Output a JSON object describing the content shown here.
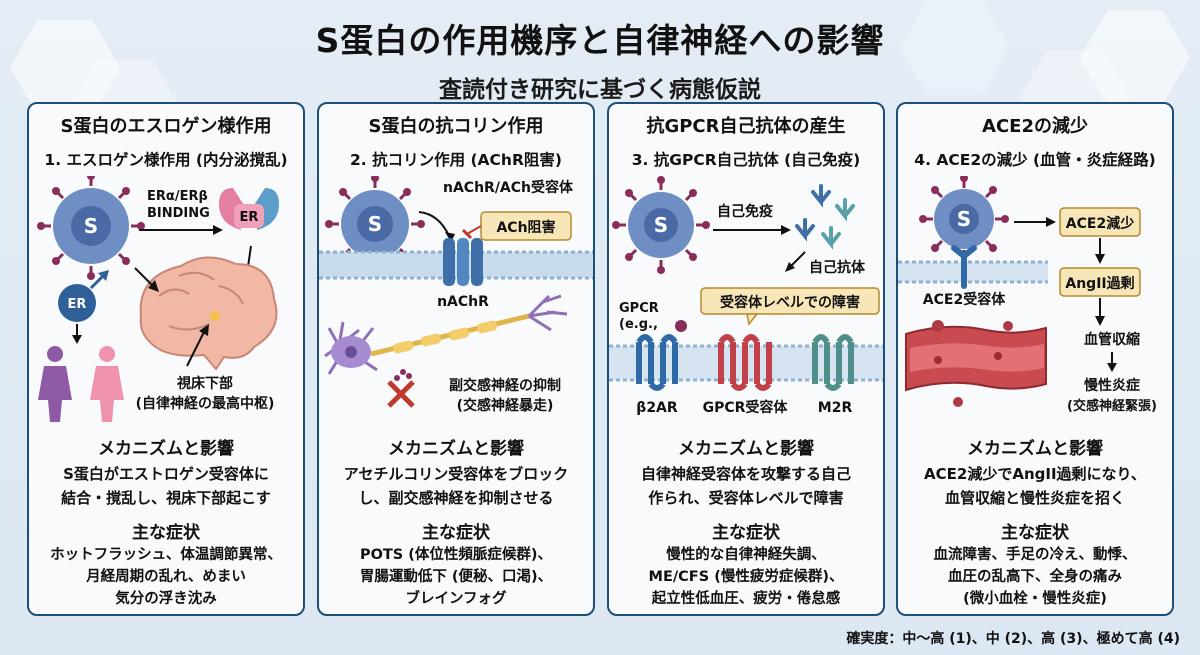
{
  "header": {
    "title": "S蛋白の作用機序と自律神経への影響",
    "subtitle": "査読付き研究に基づく病態仮説"
  },
  "panels": [
    {
      "title": "S蛋白のエスロゲン様作用",
      "subtitle": "1. エスロゲン様作用 (内分泌撹乱)",
      "labels": {
        "binding1": "ERα/ERβ",
        "binding2": "BINDING",
        "er": "ER",
        "er_small": "ER",
        "virus": "S",
        "hypothalamus1": "視床下部",
        "hypothalamus2": "(自律神経の最高中枢)"
      },
      "mechanism_title": "メカニズムと影響",
      "mechanism": [
        "S蛋白がエストロゲン受容体に",
        "結合・撹乱し、視床下部起こす"
      ],
      "symptoms_title": "主な症状",
      "symptoms": [
        "ホットフラッシュ、体温調節異常、",
        "月経周期の乱れ、めまい",
        "気分の浮き沈み"
      ]
    },
    {
      "title": "S蛋白の抗コリン作用",
      "subtitle": "2. 抗コリン作用 (AChR阻害)",
      "labels": {
        "virus": "S",
        "receptor_top": "nAChR/ACh受容体",
        "block": "ACh阻害",
        "nachr": "nAChR",
        "para1": "副交感神経の抑制",
        "para2": "(交感神経暴走)"
      },
      "mechanism_title": "メカニズムと影響",
      "mechanism": [
        "アセチルコリン受容体をブロック",
        "し、副交感神経を抑制させる"
      ],
      "symptoms_title": "主な症状",
      "symptoms": [
        "POTS (体位性頻脈症候群)、",
        "胃腸運動低下 (便秘、口渇)、",
        "ブレインフォグ"
      ]
    },
    {
      "title": "抗GPCR自己抗体の産生",
      "subtitle": "3. 抗GPCR自己抗体 (自己免疫)",
      "labels": {
        "virus": "S",
        "autoimmune": "自己免疫",
        "antibody": "自己抗体",
        "damage": "受容体レベルでの障害",
        "gpcr1": "GPCR",
        "gpcr2": "(e.g.,",
        "b2ar": "β2AR",
        "gpcr_receptor": "GPCR受容体",
        "m2r": "M2R"
      },
      "mechanism_title": "メカニズムと影響",
      "mechanism": [
        "自律神経受容体を攻撃する自己",
        "作られ、受容体レベルで障害"
      ],
      "symptoms_title": "主な症状",
      "symptoms": [
        "慢性的な自律神経失調、",
        "ME/CFS (慢性疲労症候群)、",
        "起立性低血圧、疲労・倦怠感"
      ]
    },
    {
      "title": "ACE2の減少",
      "subtitle": "4. ACE2の減少 (血管・炎症経路)",
      "labels": {
        "virus": "S",
        "ace2_down": "ACE2減少",
        "angii": "AngII過剰",
        "ace2_receptor": "ACE2受容体",
        "vaso": "血管収縮",
        "inflam": "慢性炎症",
        "symp": "(交感神経緊張)"
      },
      "mechanism_title": "メカニズムと影響",
      "mechanism": [
        "ACE2減少でAngII過剰になり、",
        "血管収縮と慢性炎症を招く"
      ],
      "symptoms_title": "主な症状",
      "symptoms": [
        "血流障害、手足の冷え、動悸、",
        "血圧の乱高下、全身の痛み",
        "(微小血栓・慢性炎症)"
      ]
    }
  ],
  "footer": "確実度：中〜高 (1)、中 (2)、高 (3)、極めて高 (4)",
  "colors": {
    "border": "#1e4f78",
    "virus": "#4f6fa8",
    "spike": "#8b2d5a",
    "callout": "#f7e6b8",
    "brain": "#f1b8a6",
    "membrane": "#aac6e0"
  }
}
